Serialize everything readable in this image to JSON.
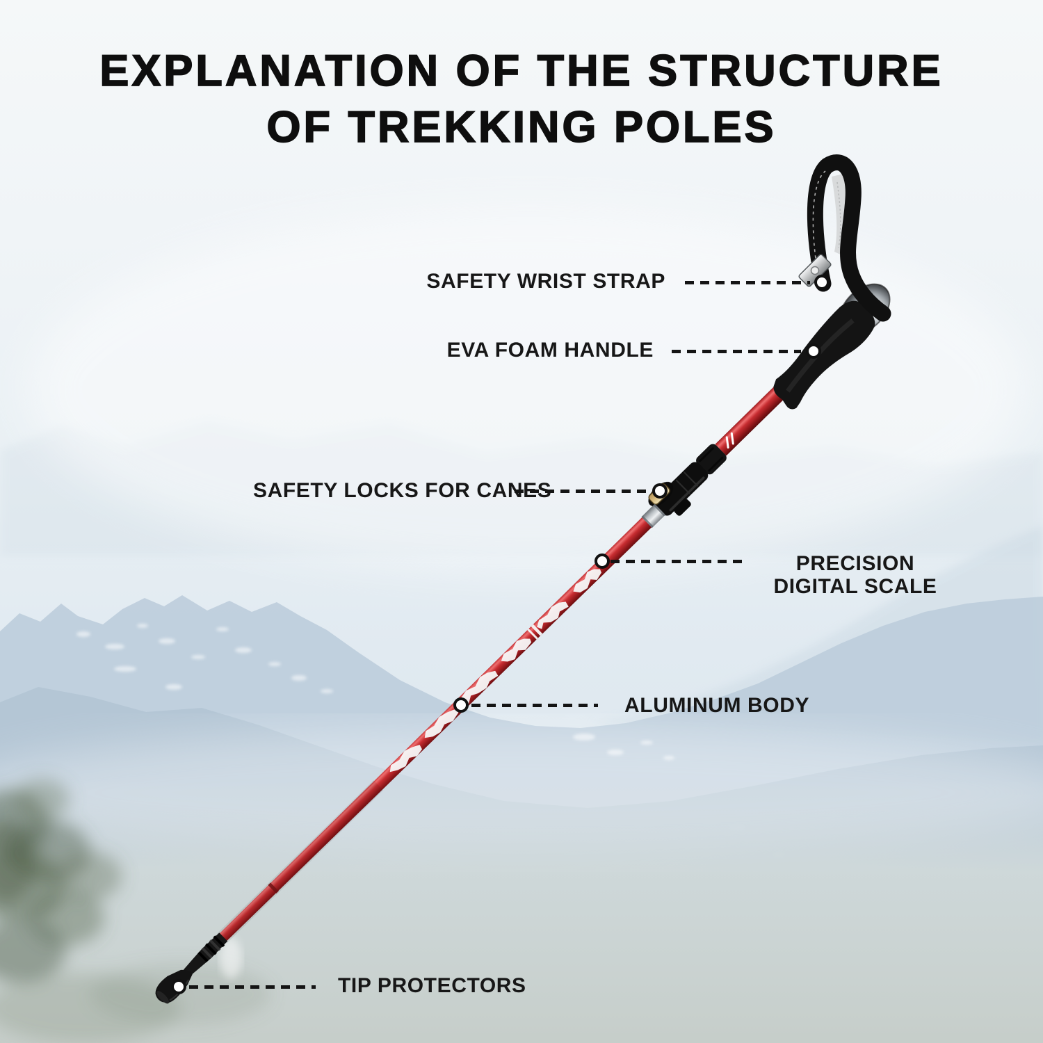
{
  "title": {
    "line1": "EXPLANATION OF THE STRUCTURE",
    "line2": "OF TREKKING POLES"
  },
  "callouts": [
    {
      "id": "safety-wrist-strap",
      "label": "SAFETY WRIST STRAP"
    },
    {
      "id": "eva-foam-handle",
      "label": "EVA FOAM HANDLE"
    },
    {
      "id": "safety-locks-for-canes",
      "label": "SAFETY LOCKS FOR CANES"
    },
    {
      "id": "precision-digital-scale",
      "label": "PRECISION DIGITAL SCALE"
    },
    {
      "id": "aluminum-body",
      "label": "ALUMINUM BODY"
    },
    {
      "id": "tip-protectors",
      "label": "TIP PROTECTORS"
    }
  ],
  "colors": {
    "pole_red": "#c0282c",
    "pole_highlight": "#ee6e6f",
    "part_black": "#141414",
    "lock_lever_gold": "#d8bc80",
    "label_text": "#171717",
    "sky": "#eef3f6",
    "mountain_haze": "#bccddb"
  }
}
